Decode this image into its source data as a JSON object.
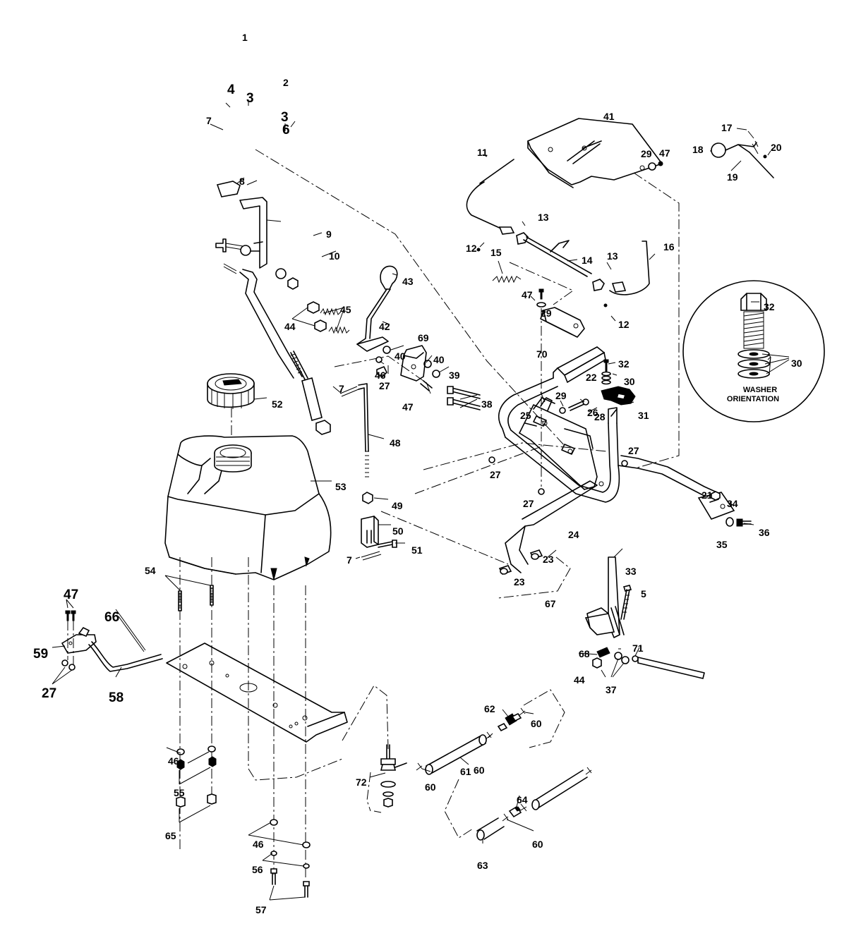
{
  "callouts": [
    {
      "n": "1"
    },
    {
      "n": "2"
    },
    {
      "n": "3"
    },
    {
      "n": "3"
    },
    {
      "n": "4"
    },
    {
      "n": "5"
    },
    {
      "n": "6"
    },
    {
      "n": "7"
    },
    {
      "n": "7"
    },
    {
      "n": "7"
    },
    {
      "n": "8"
    },
    {
      "n": "9"
    },
    {
      "n": "10"
    },
    {
      "n": "11"
    },
    {
      "n": "12"
    },
    {
      "n": "12"
    },
    {
      "n": "13"
    },
    {
      "n": "13"
    },
    {
      "n": "14"
    },
    {
      "n": "15"
    },
    {
      "n": "16"
    },
    {
      "n": "17"
    },
    {
      "n": "18"
    },
    {
      "n": "19"
    },
    {
      "n": "20"
    },
    {
      "n": "21"
    },
    {
      "n": "22"
    },
    {
      "n": "23"
    },
    {
      "n": "23"
    },
    {
      "n": "24"
    },
    {
      "n": "25"
    },
    {
      "n": "26"
    },
    {
      "n": "27"
    },
    {
      "n": "27"
    },
    {
      "n": "27"
    },
    {
      "n": "27"
    },
    {
      "n": "27"
    },
    {
      "n": "28"
    },
    {
      "n": "29"
    },
    {
      "n": "29"
    },
    {
      "n": "29"
    },
    {
      "n": "30"
    },
    {
      "n": "30"
    },
    {
      "n": "31"
    },
    {
      "n": "32"
    },
    {
      "n": "32"
    },
    {
      "n": "33"
    },
    {
      "n": "34"
    },
    {
      "n": "35"
    },
    {
      "n": "36"
    },
    {
      "n": "37"
    },
    {
      "n": "38"
    },
    {
      "n": "39"
    },
    {
      "n": "40"
    },
    {
      "n": "40"
    },
    {
      "n": "41"
    },
    {
      "n": "42"
    },
    {
      "n": "43"
    },
    {
      "n": "44"
    },
    {
      "n": "44"
    },
    {
      "n": "45"
    },
    {
      "n": "46"
    },
    {
      "n": "46"
    },
    {
      "n": "46"
    },
    {
      "n": "47"
    },
    {
      "n": "47"
    },
    {
      "n": "47"
    },
    {
      "n": "47"
    },
    {
      "n": "48"
    },
    {
      "n": "49"
    },
    {
      "n": "50"
    },
    {
      "n": "51"
    },
    {
      "n": "52"
    },
    {
      "n": "53"
    },
    {
      "n": "54"
    },
    {
      "n": "55"
    },
    {
      "n": "56"
    },
    {
      "n": "57"
    },
    {
      "n": "58"
    },
    {
      "n": "59"
    },
    {
      "n": "60"
    },
    {
      "n": "60"
    },
    {
      "n": "60"
    },
    {
      "n": "60"
    },
    {
      "n": "61"
    },
    {
      "n": "62"
    },
    {
      "n": "63"
    },
    {
      "n": "64"
    },
    {
      "n": "65"
    },
    {
      "n": "66"
    },
    {
      "n": "67"
    },
    {
      "n": "68"
    },
    {
      "n": "69"
    },
    {
      "n": "70"
    },
    {
      "n": "71"
    },
    {
      "n": "72"
    }
  ],
  "inset": {
    "note_line1": "WASHER",
    "note_line2": "ORIENTATION"
  }
}
